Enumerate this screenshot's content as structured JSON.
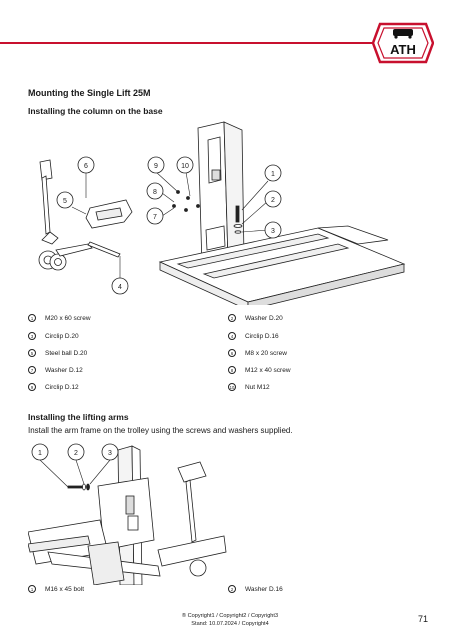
{
  "header": {
    "logo_text": "ATH"
  },
  "section": {
    "title": "Mounting the Single Lift 25M",
    "subtitle": "Installing the column on the base"
  },
  "figure1": {
    "callouts": [
      "1",
      "2",
      "3",
      "4",
      "5",
      "6",
      "7",
      "8",
      "9",
      "10"
    ]
  },
  "parts1": [
    {
      "num": "1",
      "label": "M20 x 60 screw"
    },
    {
      "num": "2",
      "label": "Washer D.20"
    },
    {
      "num": "3",
      "label": "Circlip D.20"
    },
    {
      "num": "4",
      "label": "Circlip D.16"
    },
    {
      "num": "5",
      "label": "Steel ball D.20"
    },
    {
      "num": "6",
      "label": "M8 x 20 screw"
    },
    {
      "num": "7",
      "label": "Washer D.12"
    },
    {
      "num": "8",
      "label": "M12 x 40 screw"
    },
    {
      "num": "9",
      "label": "Circlip D.12"
    },
    {
      "num": "10",
      "label": "Nut M12"
    }
  ],
  "section2": {
    "title": "Installing the lifting arms",
    "text": "Install the arm frame on the trolley using the screws and washers supplied."
  },
  "figure2": {
    "callouts": [
      "1",
      "2",
      "3"
    ]
  },
  "parts2": [
    {
      "num": "1",
      "label": "M16 x 45 bolt"
    },
    {
      "num": "2",
      "label": "Washer D.16"
    }
  ],
  "footer": {
    "copyright": "® Copyright1 / Copyright2 / Copyright3",
    "stand": "Stand: 10.07.2024 / Copyright4",
    "page": "71"
  }
}
